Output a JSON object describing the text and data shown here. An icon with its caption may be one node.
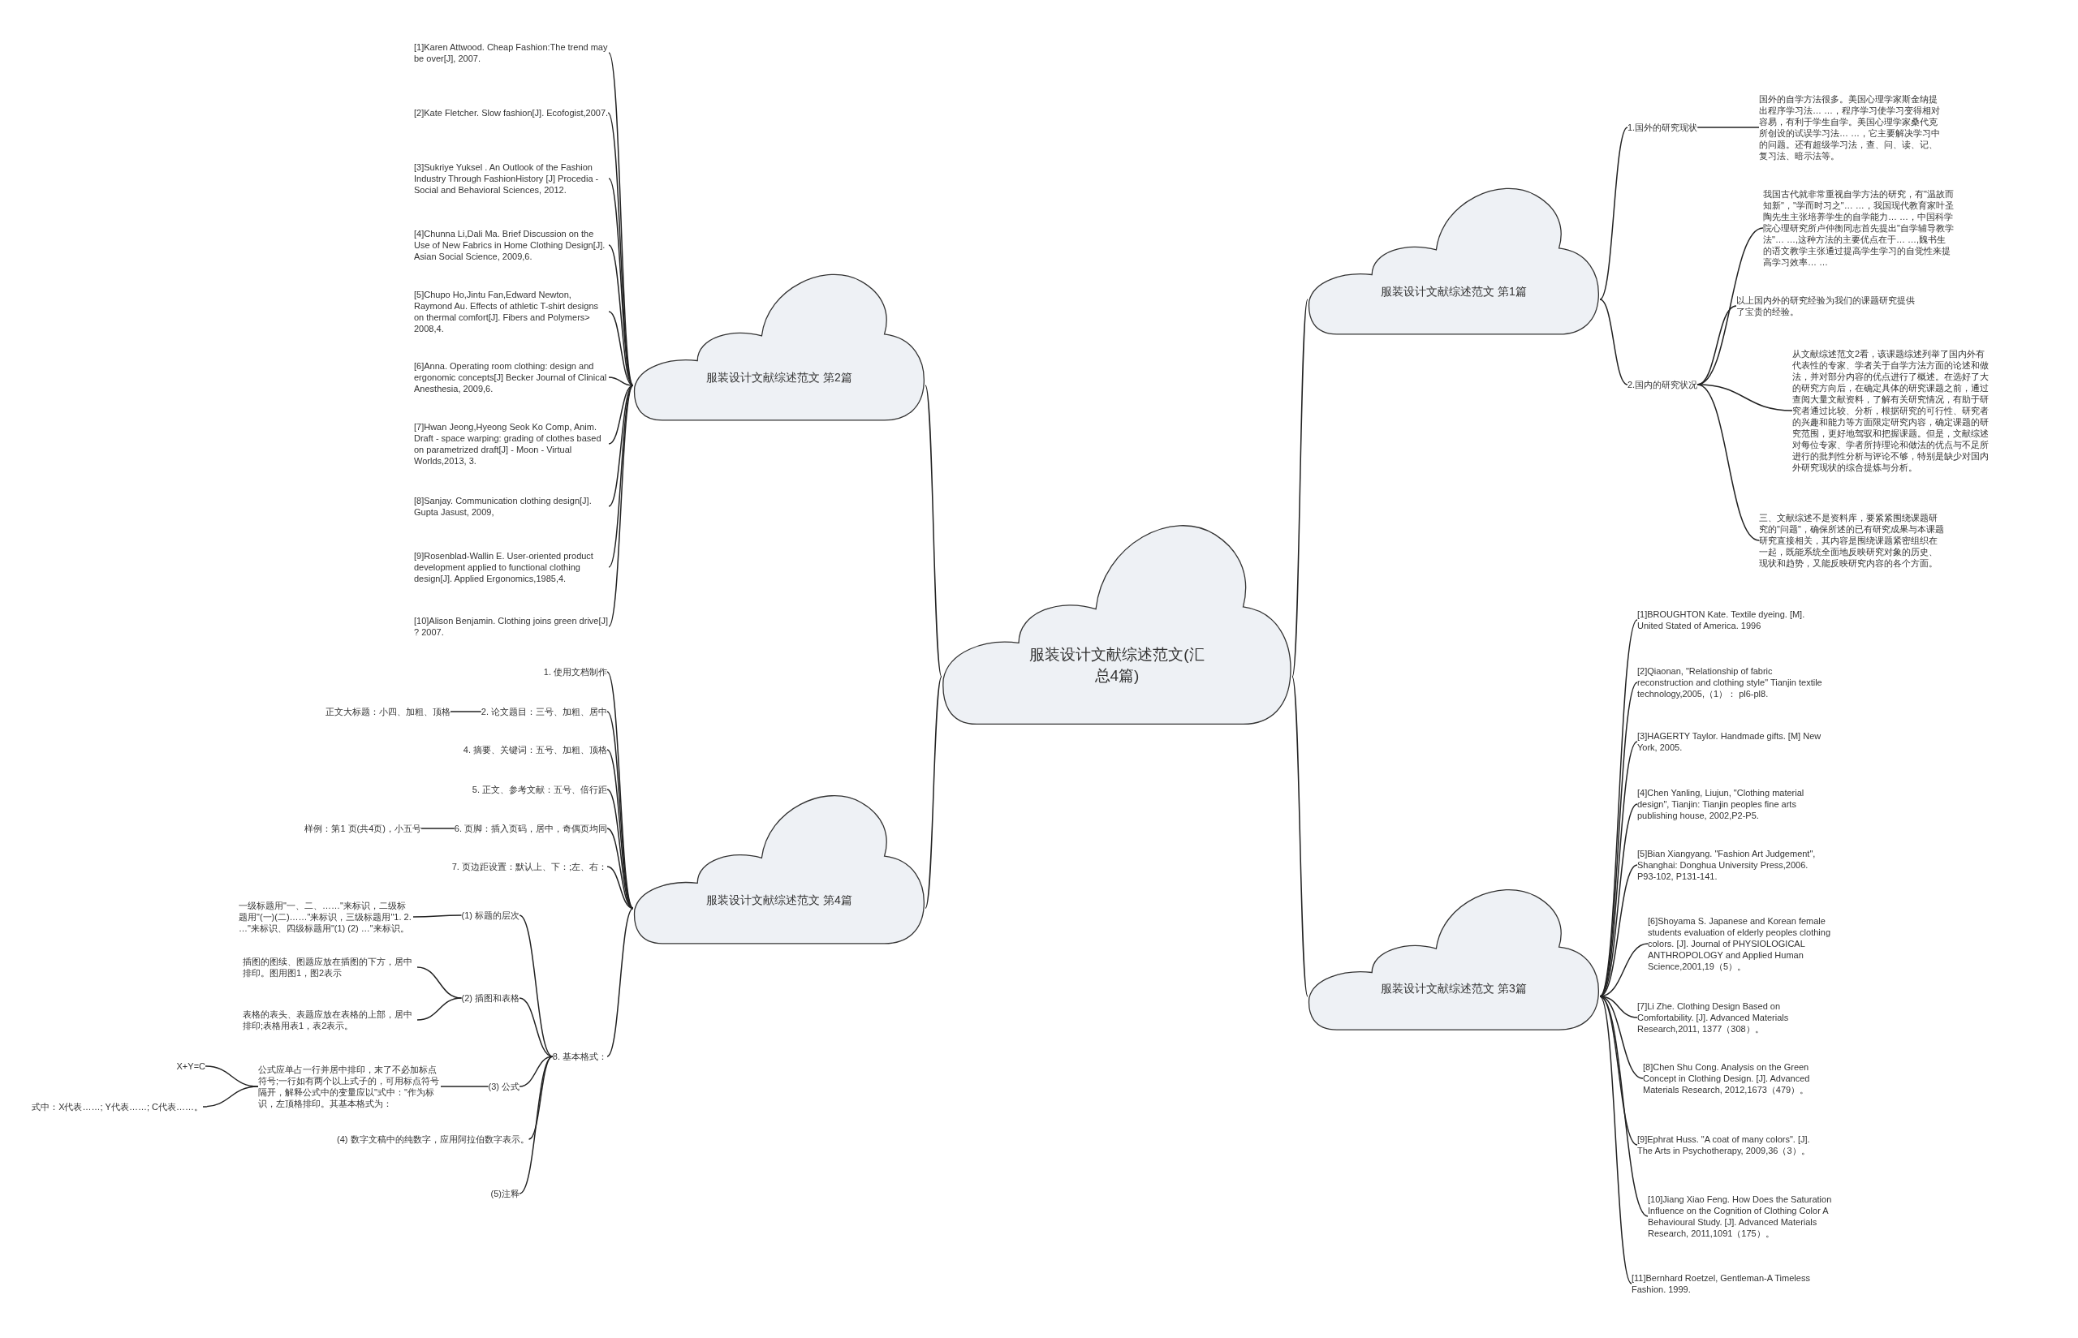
{
  "diagram": {
    "nodes": [
      {
        "text": [
          "服装设计文献综述范文(汇总4篇)"
        ]
      },
      {
        "text": [
          "服装设计文献综述范文 第2篇"
        ]
      },
      {
        "text": [
          "[1]Karen Attwood. Cheap Fashion:The trend may be over[J], 2007."
        ]
      },
      {
        "text": [
          "[2]Kate Fletcher. Slow fashion[J]. Ecofogist,2007."
        ]
      },
      {
        "text": [
          "[3]Sukriye Yuksel . An Outlook of the Fashion Industry Through FashionHistory [J] Procedia -Social and Behavioral Sciences, 2012."
        ]
      },
      {
        "text": [
          "[4]Chunna Li,Dali Ma. Brief Discussion on the Use of New Fabrics in Home Clothing Design[J]. Asian Social Science, 2009,6."
        ]
      },
      {
        "text": [
          "[5]Chupo Ho,Jintu Fan,Edward Newton, Raymond Au. Effects of athletic T-shirt designs on thermal comfort[J]. Fibers and Polymers> 2008,4."
        ]
      },
      {
        "text": [
          "[6]Anna. Operating room clothing: design and ergonomic concepts[J] Becker Journal of Clinical Anesthesia, 2009,6."
        ]
      },
      {
        "text": [
          "[7]Hwan Jeong,Hyeong Seok Ko Comp, Anim. Draft - space warping: grading of clothes based on parametrized draft[J] - Moon - Virtual Worlds,2013, 3."
        ]
      },
      {
        "text": [
          "[8]Sanjay. Communication clothing design[J]. Gupta Jasust, 2009,"
        ]
      },
      {
        "text": [
          "[9]Rosenblad-Wallin E. User-oriented product development applied to functional clothing design[J]. Applied Ergonomics,1985,4."
        ]
      },
      {
        "text": [
          "[10]Alison Benjamin. Clothing joins green drive[J] ? 2007."
        ]
      },
      {
        "text": [
          "服装设计文献综述范文 第4篇"
        ]
      },
      {
        "text": [
          "1. 使用文档制作"
        ]
      },
      {
        "text": [
          "正文大标题：小四、加粗、顶格"
        ]
      },
      {
        "text": [
          "2. 论文题目：三号、加粗、居中"
        ]
      },
      {
        "text": [
          "4. 摘要、关键词：五号、加粗、顶格"
        ]
      },
      {
        "text": [
          "5. 正文、参考文献：五号、倍行距"
        ]
      },
      {
        "text": [
          "样例：第1 页(共4页)，小五号"
        ]
      },
      {
        "text": [
          "6. 页脚：插入页码，居中，奇偶页均同"
        ]
      },
      {
        "text": [
          "7. 页边距设置：默认上、下：;左、右："
        ]
      },
      {
        "text": [
          "一级标题用\"一、二、……\"来标识，二级标题用\"(一)(二)……\"来标识，三级标题用\"1. 2. …\"来标识、四级标题用\"(1) (2) …\"来标识。"
        ]
      },
      {
        "text": [
          "(1) 标题的层次"
        ]
      },
      {
        "text": [
          "插图的图续、图题应放在插图的下方，居中排印。图用图1，图2表示"
        ]
      },
      {
        "text": [
          "表格的表头、表题应放在表格的上部，居中排印;表格用表1，表2表示。"
        ]
      },
      {
        "text": [
          "(2) 插图和表格"
        ]
      },
      {
        "text": [
          "X+Y=C"
        ]
      },
      {
        "text": [
          "式中：X代表……; Y代表……; C代表……。"
        ]
      },
      {
        "text": [
          "公式应单占一行并居中排印，末了不必加标点符号;一行如有两个以上式子的，可用标点符号隔开，解释公式中的变量应以\"式中：\"作为标识，左顶格排印。其基本格式为："
        ]
      },
      {
        "text": [
          "(3) 公式"
        ]
      },
      {
        "text": [
          "(4) 数字文稿中的纯数字，应用阿拉伯数字表示。"
        ]
      },
      {
        "text": [
          "(5)注释"
        ]
      },
      {
        "text": [
          "8. 基本格式："
        ]
      },
      {
        "text": [
          "服装设计文献综述范文 第1篇"
        ]
      },
      {
        "text": [
          "1.国外的研究现状"
        ]
      },
      {
        "text": [
          "国外的自学方法很多。美国心理学家斯金纳提出程序学习法… …，程序学习使学习变得相对容易，有利于学生自学。美国心理学家桑代克所创设的试误学习法… …，它主要解决学习中的问题。还有超级学习法，查、问、读、记、复习法、暗示法等。"
        ]
      },
      {
        "text": [
          "2.国内的研究状况"
        ]
      },
      {
        "text": [
          "我国古代就非常重视自学方法的研究，有\"温故而知新\"，\"学而时习之\"… …，我国现代教育家叶圣陶先生主张培养学生的自学能力… …，中国科学院心理研究所卢仲衡同志首先提出\"自学辅导教学法\"… …,这种方法的主要优点在于… …,魏书生的语文教学主张通过提高学生学习的自觉性来提高学习效率… …"
        ]
      },
      {
        "text": [
          "以上国内外的研究经验为我们的课题研究提供了宝贵的经验。"
        ]
      },
      {
        "text": [
          "从文献综述范文2看，该课题综述列举了国内外有代表性的专家、学者关于自学方法方面的论述和做法，并对部分内容的优点进行了概述。在选好了大的研究方向后，在确定具体的研究课题之前，通过查阅大量文献资料，了解有关研究情况，有助于研究者通过比较、分析，根据研究的可行性、研究者的兴趣和能力等方面限定研究内容，确定课题的研究范围，更好地驾驭和把握课题。但是，文献综述对每位专家、学者所持理论和做法的优点与不足所进行的批判性分析与评论不够，特别是缺少对国内外研究现状的综合提炼与分析。"
        ]
      },
      {
        "text": [
          "三、文献综述不是资料库，要紧紧围绕课题研究的\"问题\"，确保所述的已有研究成果与本课题研究直接相关，其内容是围绕课题紧密组织在一起，既能系统全面地反映研究对象的历史、现状和趋势，又能反映研究内容的各个方面。"
        ]
      },
      {
        "text": [
          "服装设计文献综述范文 第3篇"
        ]
      },
      {
        "text": [
          "[1]BROUGHTON Kate. Textile dyeing. [M]. United Stated of America. 1996"
        ]
      },
      {
        "text": [
          "[2]Qiaonan, \"Relationship of fabric reconstruction and clothing style\" Tianjin textile technology,2005,（1）： pl6-pl8."
        ]
      },
      {
        "text": [
          "[3]HAGERTY Taylor. Handmade gifts. [M] New York, 2005."
        ]
      },
      {
        "text": [
          "[4]Chen Yanling, Liujun, \"Clothing material design\", Tianjin: Tianjin peoples fine arts publishing house, 2002,P2-P5."
        ]
      },
      {
        "text": [
          "[5]Bian Xiangyang. \"Fashion Art Judgement\", Shanghai: Donghua University Press,2006. P93-102, P131-141."
        ]
      },
      {
        "text": [
          "[6]Shoyama S. Japanese and Korean female students evaluation of elderly peoples clothing colors. [J]. Journal of PHYSIOLOGICAL ANTHROPOLOGY and Applied Human Science,2001,19（5）。"
        ]
      },
      {
        "text": [
          "[7]Li Zhe. Clothing Design Based on Comfortability. [J]. Advanced Materials Research,2011, 1377（308）。"
        ]
      },
      {
        "text": [
          "[8]Chen Shu Cong. Analysis on the Green Concept in Clothing Design. [J]. Advanced Materials Research, 2012,1673（479）。"
        ]
      },
      {
        "text": [
          "[9]Ephrat Huss. \"A coat of many colors\". [J]. The Arts in Psychotherapy, 2009,36（3）。"
        ]
      },
      {
        "text": [
          "[10]Jiang Xiao Feng. How Does the Saturation Influence on the Cognition of Clothing Color A Behavioural Study. [J]. Advanced Materials Research, 2011,1091（175）。"
        ]
      },
      {
        "text": [
          "[11]Bernhard Roetzel, Gentleman-A Timeless Fashion. 1999."
        ]
      }
    ],
    "edges": [
      {
        "from": 0,
        "to": 1,
        "arrow": "none"
      },
      {
        "from": 0,
        "to": 12,
        "arrow": "none"
      },
      {
        "from": 0,
        "to": 33,
        "arrow": "none"
      },
      {
        "from": 0,
        "to": 41,
        "arrow": "none"
      },
      {
        "from": 1,
        "to": 2,
        "arrow": "none"
      },
      {
        "from": 1,
        "to": 3,
        "arrow": "none"
      },
      {
        "from": 1,
        "to": 4,
        "arrow": "none"
      },
      {
        "from": 1,
        "to": 5,
        "arrow": "none"
      },
      {
        "from": 1,
        "to": 6,
        "arrow": "none"
      },
      {
        "from": 1,
        "to": 7,
        "arrow": "none"
      },
      {
        "from": 1,
        "to": 8,
        "arrow": "none"
      },
      {
        "from": 1,
        "to": 9,
        "arrow": "none"
      },
      {
        "from": 1,
        "to": 10,
        "arrow": "none"
      },
      {
        "from": 1,
        "to": 11,
        "arrow": "none"
      },
      {
        "from": 12,
        "to": 13,
        "arrow": "none"
      },
      {
        "from": 12,
        "to": 15,
        "arrow": "none"
      },
      {
        "from": 12,
        "to": 16,
        "arrow": "none"
      },
      {
        "from": 12,
        "to": 17,
        "arrow": "none"
      },
      {
        "from": 12,
        "to": 19,
        "arrow": "none"
      },
      {
        "from": 12,
        "to": 20,
        "arrow": "none"
      },
      {
        "from": 12,
        "to": 32,
        "arrow": "none"
      },
      {
        "from": 15,
        "to": 14,
        "arrow": "none"
      },
      {
        "from": 19,
        "to": 18,
        "arrow": "none"
      },
      {
        "from": 32,
        "to": 22,
        "arrow": "none"
      },
      {
        "from": 32,
        "to": 25,
        "arrow": "none"
      },
      {
        "from": 32,
        "to": 29,
        "arrow": "none"
      },
      {
        "from": 32,
        "to": 30,
        "arrow": "none"
      },
      {
        "from": 32,
        "to": 31,
        "arrow": "none"
      },
      {
        "from": 22,
        "to": 21,
        "arrow": "none"
      },
      {
        "from": 25,
        "to": 23,
        "arrow": "none"
      },
      {
        "from": 25,
        "to": 24,
        "arrow": "none"
      },
      {
        "from": 29,
        "to": 28,
        "arrow": "none"
      },
      {
        "from": 28,
        "to": 26,
        "arrow": "none"
      },
      {
        "from": 28,
        "to": 27,
        "arrow": "none"
      },
      {
        "from": 33,
        "to": 34,
        "arrow": "none"
      },
      {
        "from": 33,
        "to": 36,
        "arrow": "none"
      },
      {
        "from": 34,
        "to": 35,
        "arrow": "none"
      },
      {
        "from": 36,
        "to": 37,
        "arrow": "none"
      },
      {
        "from": 36,
        "to": 38,
        "arrow": "none"
      },
      {
        "from": 36,
        "to": 39,
        "arrow": "none"
      },
      {
        "from": 36,
        "to": 40,
        "arrow": "none"
      },
      {
        "from": 41,
        "to": 42,
        "arrow": "none"
      },
      {
        "from": 41,
        "to": 43,
        "arrow": "none"
      },
      {
        "from": 41,
        "to": 44,
        "arrow": "none"
      },
      {
        "from": 41,
        "to": 45,
        "arrow": "none"
      },
      {
        "from": 41,
        "to": 46,
        "arrow": "none"
      },
      {
        "from": 41,
        "to": 47,
        "arrow": "none"
      },
      {
        "from": 41,
        "to": 48,
        "arrow": "none"
      },
      {
        "from": 41,
        "to": 49,
        "arrow": "none"
      },
      {
        "from": 41,
        "to": 50,
        "arrow": "none"
      },
      {
        "from": 41,
        "to": 51,
        "arrow": "none"
      },
      {
        "from": 41,
        "to": 52,
        "arrow": "none"
      }
    ]
  }
}
